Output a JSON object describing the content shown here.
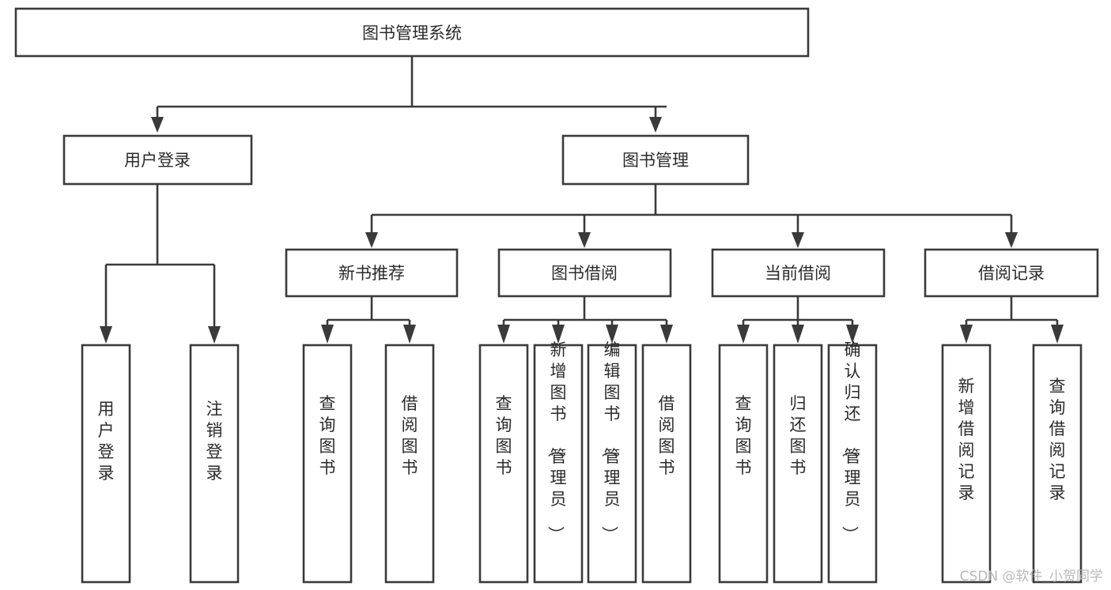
{
  "diagram": {
    "type": "tree",
    "title": "图书管理系统",
    "orientation": "top-down",
    "colors": {
      "box_stroke": "#3a3a3a",
      "box_fill": "#ffffff",
      "connector": "#3a3a3a",
      "text": "#2b2b2b",
      "background": "#ffffff",
      "watermark": "#b9b9b9"
    },
    "root": {
      "label": "图书管理系统"
    },
    "level2": [
      {
        "label": "用户登录"
      },
      {
        "label": "图书管理"
      }
    ],
    "level3": [
      {
        "label": "新书推荐"
      },
      {
        "label": "图书借阅"
      },
      {
        "label": "当前借阅"
      },
      {
        "label": "借阅记录"
      }
    ],
    "leaves": {
      "user_login": [
        {
          "label": "用户登录"
        },
        {
          "label": "注销登录"
        }
      ],
      "new_book": [
        {
          "label": "查询图书"
        },
        {
          "label": "借阅图书"
        }
      ],
      "book_borrow": [
        {
          "label": "查询图书"
        },
        {
          "label": "新增图书（管理员）"
        },
        {
          "label": "编辑图书（管理员）"
        },
        {
          "label": "借阅图书"
        }
      ],
      "current_borrow": [
        {
          "label": "查询图书"
        },
        {
          "label": "归还图书"
        },
        {
          "label": "确认归还（管理员）"
        }
      ],
      "borrow_record": [
        {
          "label": "新增借阅记录"
        },
        {
          "label": "查询借阅记录"
        }
      ]
    }
  },
  "watermark": {
    "text": "CSDN @软件_小贺同学"
  }
}
